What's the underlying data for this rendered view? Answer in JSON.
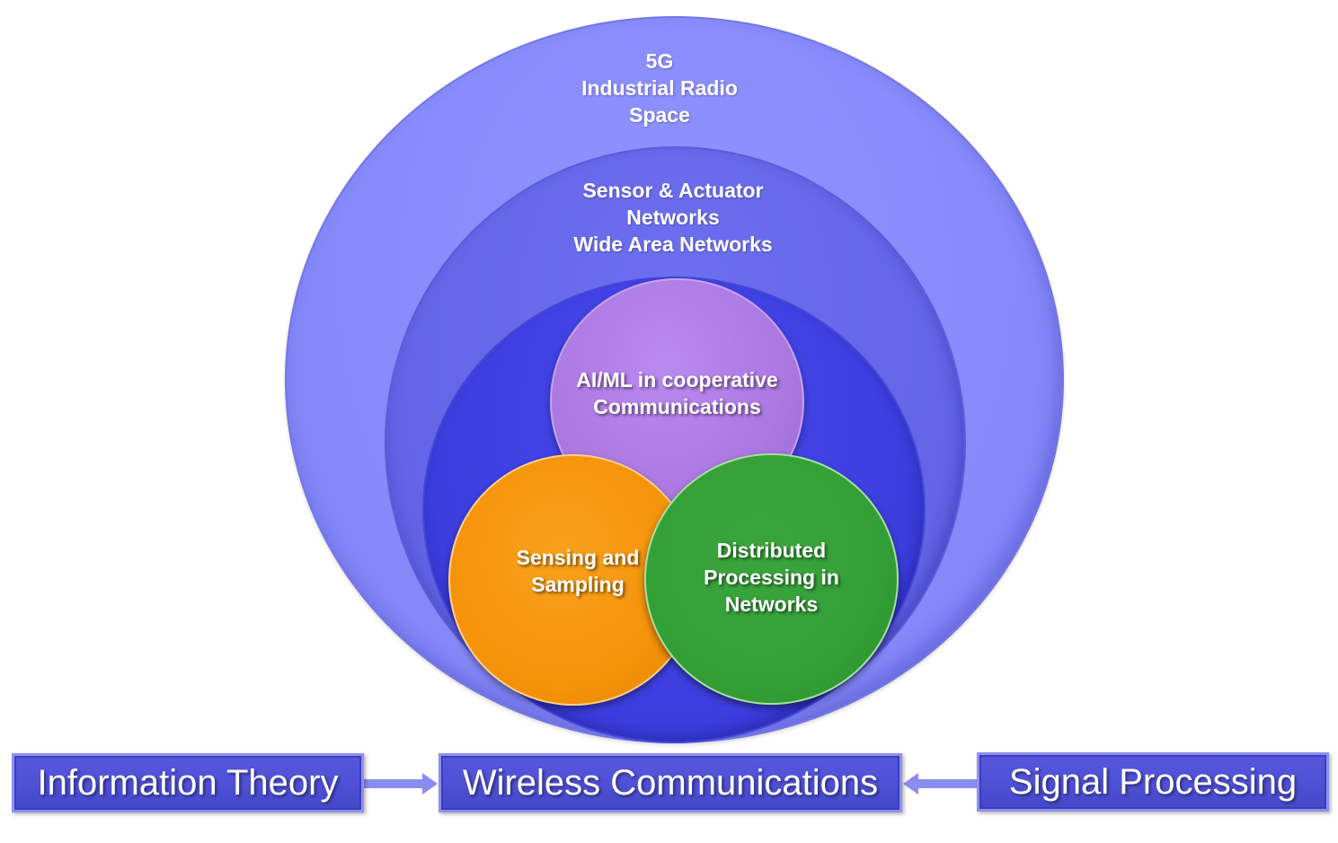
{
  "outer_ring": {
    "lines": [
      "5G",
      "Industrial Radio",
      "Space"
    ],
    "color": "#8b8efd"
  },
  "middle_ring": {
    "lines": [
      "Sensor & Actuator",
      "Networks",
      "Wide Area Networks"
    ],
    "color": "#6567e8"
  },
  "inner_ring": {
    "color": "#3f41e0"
  },
  "nodes": {
    "ai": {
      "lines": [
        "AI/ML in cooperative",
        "Communications"
      ],
      "color": "#af7be4"
    },
    "sensing": {
      "lines": [
        "Sensing and",
        "Sampling"
      ],
      "color": "#f6960b"
    },
    "distributed": {
      "lines": [
        "Distributed",
        "Processing in",
        "Networks"
      ],
      "color": "#35a138"
    }
  },
  "boxes": {
    "information_theory": "Information Theory",
    "wireless_communications": "Wireless Communications",
    "signal_processing": "Signal Processing"
  },
  "arrow_color": "#8b8cf0"
}
